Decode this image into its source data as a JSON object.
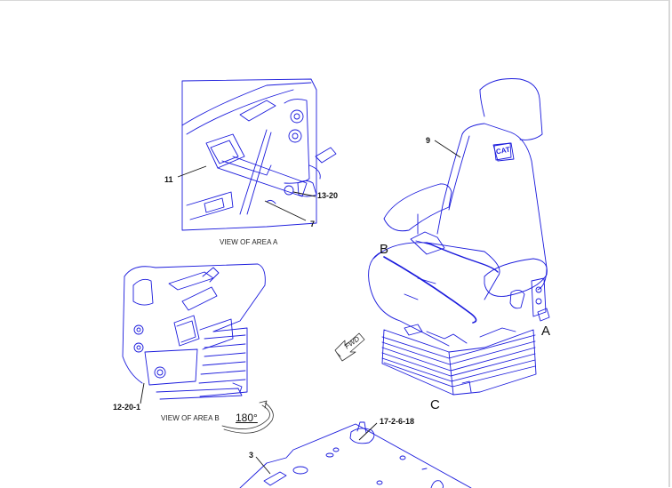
{
  "diagram": {
    "type": "parts-illustration",
    "subject": "operator seat with seat belt and mounting",
    "line_color": "#1a1adc",
    "leader_color": "#111111"
  },
  "views": {
    "area_a": {
      "caption": "VIEW OF AREA A"
    },
    "area_b": {
      "caption": "VIEW OF AREA B",
      "rotation": "180°"
    }
  },
  "view_markers": {
    "a": "A",
    "b": "B",
    "c": "C"
  },
  "direction": {
    "fwd": "FWD"
  },
  "brand": {
    "logo": "CAT"
  },
  "callouts": [
    {
      "id": "11",
      "label": "11"
    },
    {
      "id": "13-20",
      "label": "13-20"
    },
    {
      "id": "7",
      "label": "7"
    },
    {
      "id": "12-20-1",
      "label": "12-20-1"
    },
    {
      "id": "9",
      "label": "9"
    },
    {
      "id": "17-2-6-18",
      "label": "17-2-6-18"
    },
    {
      "id": "3",
      "label": "3"
    }
  ]
}
